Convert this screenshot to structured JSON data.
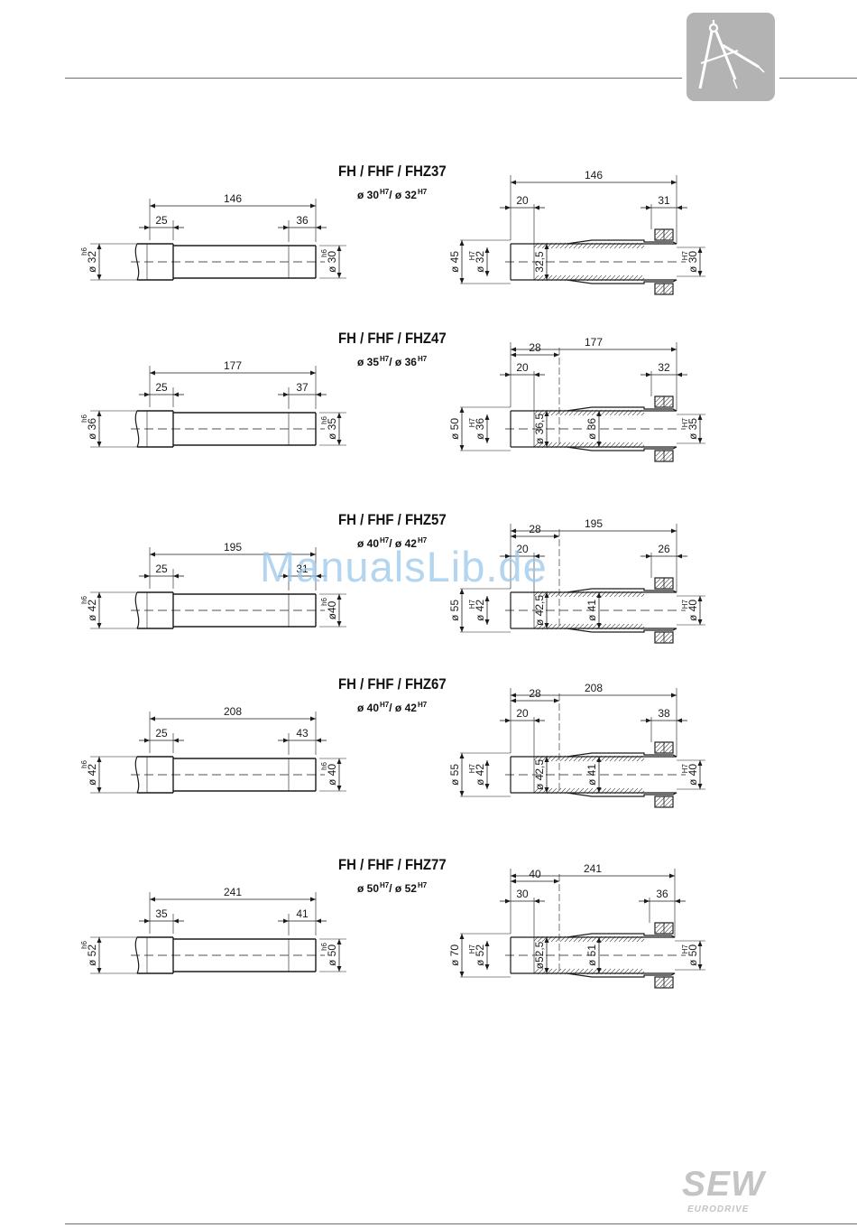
{
  "sections": [
    {
      "title": "FH / FHF  /  FHZ37",
      "sub_a": "ø 30",
      "sub_b": "/ ø 32",
      "shaft": {
        "total": "146",
        "left": "25",
        "right": "36",
        "d_left": "ø 32",
        "d_right": "ø 30",
        "tol": "h6"
      },
      "hub": {
        "total": "146",
        "inner": "",
        "left": "20",
        "right": "31",
        "d_outer": "ø 45",
        "d_bore": "ø 32",
        "d_mid1": "32,5",
        "d_mid2": "",
        "d_right": "ø 30",
        "tol": "H7"
      }
    },
    {
      "title": "FH / FHF / FHZ47",
      "sub_a": "ø 35",
      "sub_b": "/ ø 36",
      "shaft": {
        "total": "177",
        "left": "25",
        "right": "37",
        "d_left": "ø 36",
        "d_right": "ø 35",
        "tol": "h6"
      },
      "hub": {
        "total": "177",
        "inner": "28",
        "left": "20",
        "right": "32",
        "d_outer": "ø 50",
        "d_bore": "ø 36",
        "d_mid1": "ø 36,5",
        "d_mid2": "ø 36",
        "d_right": "ø 35",
        "tol": "H7"
      }
    },
    {
      "title": "FH / FHF / FHZ57",
      "sub_a": "ø 40",
      "sub_b": "/ ø 42",
      "shaft": {
        "total": "195",
        "left": "25",
        "right": "31",
        "d_left": "ø 42",
        "d_right": "ø40",
        "tol": "h6"
      },
      "hub": {
        "total": "195",
        "inner": "28",
        "left": "20",
        "right": "26",
        "d_outer": "ø 55",
        "d_bore": "ø 42",
        "d_mid1": "ø 42,5",
        "d_mid2": "ø 41",
        "d_right": "ø 40",
        "tol": "H7"
      }
    },
    {
      "title": "FH / FHF / FHZ67",
      "sub_a": "ø 40",
      "sub_b": "/ ø 42",
      "shaft": {
        "total": "208",
        "left": "25",
        "right": "43",
        "d_left": "ø 42",
        "d_right": "ø 40",
        "tol": "h6"
      },
      "hub": {
        "total": "208",
        "inner": "28",
        "left": "20",
        "right": "38",
        "d_outer": "ø 55",
        "d_bore": "ø 42",
        "d_mid1": "ø 42,5",
        "d_mid2": "ø 41",
        "d_right": "ø 40",
        "tol": "H7"
      }
    },
    {
      "title": "FH / FHF / FHZ77",
      "sub_a": "ø 50",
      "sub_b": "/ ø 52",
      "shaft": {
        "total": "241",
        "left": "35",
        "right": "41",
        "d_left": "ø 52",
        "d_right": "ø 50",
        "tol": "h6"
      },
      "hub": {
        "total": "241",
        "inner": "40",
        "left": "30",
        "right": "36",
        "d_outer": "ø 70",
        "d_bore": "ø 52",
        "d_mid1": "ø52,5",
        "d_mid2": "ø 51",
        "d_right": "ø 50",
        "tol": "H7"
      }
    }
  ],
  "tolerance_mark": "H7",
  "watermark": "ManualsLib.de",
  "logo": {
    "main": "SEW",
    "sub": "EURODRIVE"
  },
  "icon": "drafting-compass-icon",
  "colors": {
    "line": "#1a1a1a",
    "hatch": "#4a4a4a",
    "icon_bg": "#b3b3b3",
    "logo": "#c4c4c4",
    "watermark": "#9cc7ea"
  }
}
